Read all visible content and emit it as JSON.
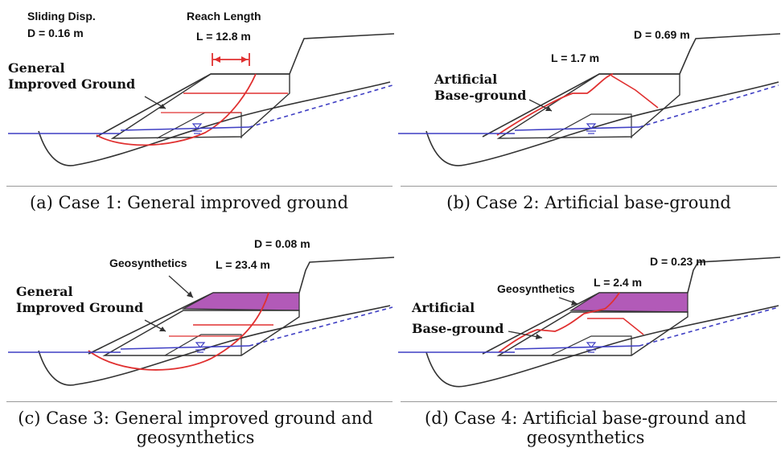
{
  "panels": [
    {
      "sliding_label": "Sliding Disp.",
      "disp": "D = 0.16 m",
      "reach_label": "Reach Length",
      "length": "L = 12.8 m",
      "material": "General\nImproved Ground",
      "caption": "(a) Case 1: General improved ground"
    },
    {
      "disp": "D = 0.69 m",
      "length": "L = 1.7 m",
      "material": "Artificial\nBase-ground",
      "caption": "(b) Case 2: Artificial base-ground"
    },
    {
      "disp": "D = 0.08 m",
      "length": "L = 23.4 m",
      "geo_label": "Geosynthetics",
      "material": "General\nImproved Ground",
      "caption_line1": "(c) Case 3: General improved ground  and",
      "caption_line2": "geosynthetics"
    },
    {
      "disp": "D = 0.23 m",
      "length": "L = 2.4 m",
      "geo_label": "Geosynthetics",
      "material": "Artificial\nBase-ground",
      "caption_line1": "(d) Case 4: Artificial base-ground and",
      "caption_line2": "geosynthetics"
    }
  ],
  "colors": {
    "outline": "#333333",
    "slip_circle": "#e03030",
    "water": "#3f3fc4",
    "geosynthetic": "#b25ab8"
  }
}
